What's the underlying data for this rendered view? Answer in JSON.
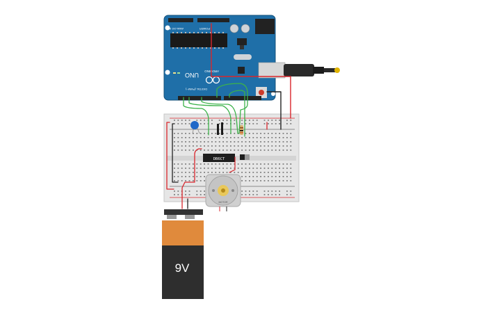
{
  "arduino": {
    "board_label": "UNO",
    "brand_label": "ARDUINO",
    "header_top_left": "ANALOG IN",
    "header_top_right": "POWER",
    "header_bottom": "DIGITAL (PWM~)",
    "color": "#1f6fa8"
  },
  "ic": {
    "label": "DB6CT"
  },
  "motor": {
    "label": "MOTOR"
  },
  "battery": {
    "label": "9V",
    "top_color": "#e08a3c",
    "body_color": "#2e2e2e"
  },
  "colors": {
    "wire_green": "#3cb24a",
    "wire_red": "#d9262c",
    "wire_black": "#222222",
    "breadboard": "#e6e6e6"
  }
}
